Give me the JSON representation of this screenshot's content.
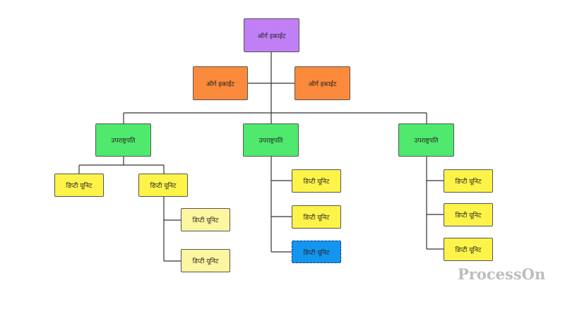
{
  "nodes": {
    "root": "ऑर्ग इकाईट",
    "org_left": "ऑर्ग इकाईट",
    "org_right": "ऑर्ग इकाईट",
    "vp_left": "उपराष्ट्रपति",
    "vp_mid": "उपराष्ट्रपति",
    "vp_right": "उपराष्ट्रपति",
    "l_dep1": "डिप्टी यूनिट",
    "l_dep2": "डिप्टी यूनिट",
    "l_dep2_c1": "डिप्टी यूनिट",
    "l_dep2_c2": "डिप्टी यूनिट",
    "m_dep1": "डिप्टी यूनिट",
    "m_dep2": "डिप्टी यूनिट",
    "m_dep3": "डिप्टी यूनिट",
    "r_dep1": "डिप्टी यूनिट",
    "r_dep2": "डिप्टी यूनिट",
    "r_dep3": "डिप्टी यूनिट"
  },
  "colors": {
    "root": "#c07ff5",
    "org": "#fb8a3c",
    "vp": "#4fe96e",
    "deputy": "#fdf349",
    "deputy_light": "#fdf6a0",
    "selected": "#1496f0"
  },
  "watermark": "ProcessOn"
}
